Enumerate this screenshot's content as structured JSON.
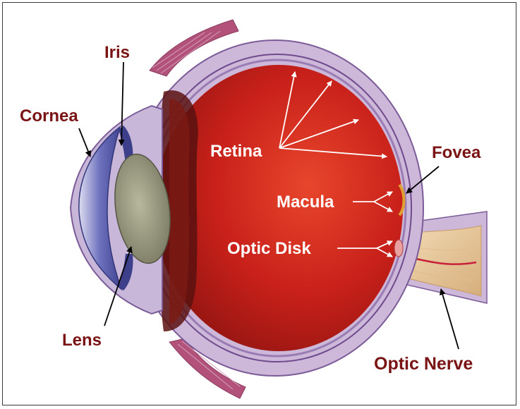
{
  "diagram": {
    "labels": {
      "iris": "Iris",
      "cornea": "Cornea",
      "lens": "Lens",
      "retina": "Retina",
      "fovea": "Fovea",
      "macula": "Macula",
      "optic_disk": "Optic Disk",
      "optic_nerve": "Optic Nerve"
    },
    "colors": {
      "outer_label": "#7a1414",
      "inner_label": "#ffffff",
      "eyeball_interior": "#c8201a",
      "sclera": "#cdb8da",
      "cornea": "#5a5fb0",
      "lens": "#9c9c82",
      "optic_nerve": "#e8c9a0",
      "muscle": "#b2527a"
    }
  }
}
